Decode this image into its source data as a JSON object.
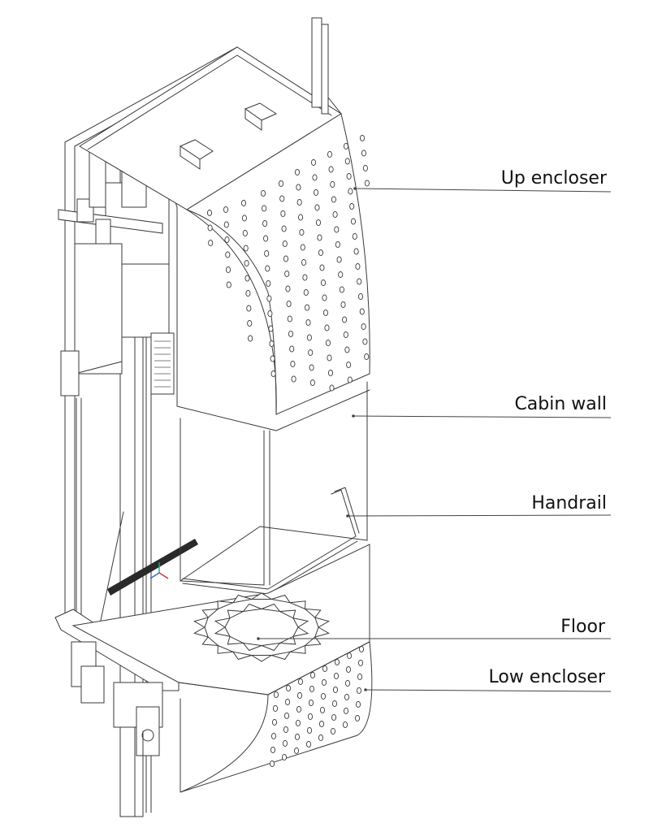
{
  "callouts": [
    {
      "id": "up-encloser",
      "label": "Up encloser"
    },
    {
      "id": "cabin-wall",
      "label": "Cabin wall"
    },
    {
      "id": "handrail",
      "label": "Handrail"
    },
    {
      "id": "floor",
      "label": "Floor"
    },
    {
      "id": "low-encloser",
      "label": "Low encloser"
    }
  ],
  "colors": {
    "line": "#3a3a3a",
    "text": "#111111",
    "background": "#ffffff"
  }
}
